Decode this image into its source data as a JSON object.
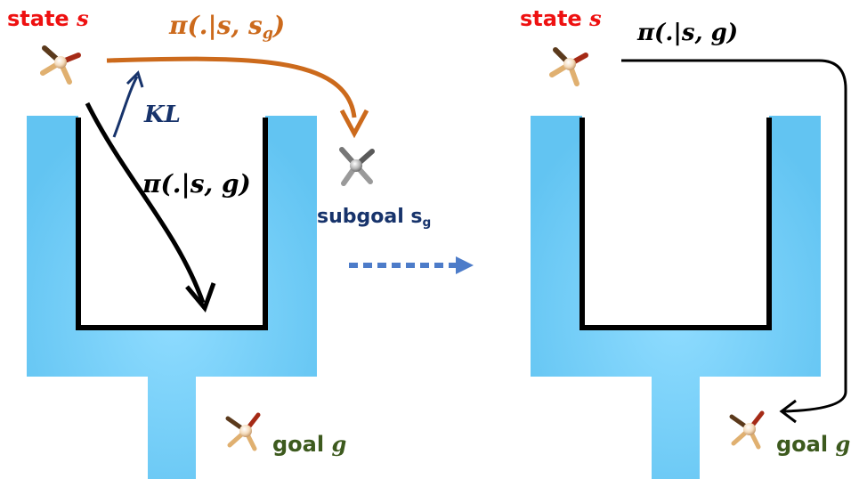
{
  "left_panel": {
    "state_prefix": "state ",
    "state_var": "s",
    "subgoal_policy": {
      "prefix": "π(.|",
      "s": "s",
      "sep": ", ",
      "sg": "s",
      "sg_sub": "g",
      "suffix": ")"
    },
    "kl_label": "KL",
    "goal_policy": {
      "prefix": "π(.|",
      "s": "s",
      "sep": ", ",
      "g": "g",
      "suffix": ")"
    },
    "subgoal_label": {
      "word": "subgoal ",
      "var": "s",
      "sub": "g"
    },
    "goal_label": {
      "word": "goal ",
      "var": "g"
    }
  },
  "right_panel": {
    "state_prefix": "state ",
    "state_var": "s",
    "goal_policy": {
      "prefix": "π(.|",
      "s": "s",
      "sep": ", ",
      "g": "g",
      "suffix": ")"
    },
    "goal_label": {
      "word": "goal ",
      "var": "g"
    }
  },
  "colors": {
    "maze_fill": "#7cd3f8",
    "maze_wall": "#000000",
    "state_label": "#ee1111",
    "subgoal_arrow": "#cc6a1c",
    "kl_arrow": "#17336b",
    "goal_label": "#3d5a1e",
    "transition_arrow": "#4d7cc9"
  },
  "icons": [
    "molecule-state-icon",
    "molecule-subgoal-icon",
    "molecule-goal-icon"
  ]
}
